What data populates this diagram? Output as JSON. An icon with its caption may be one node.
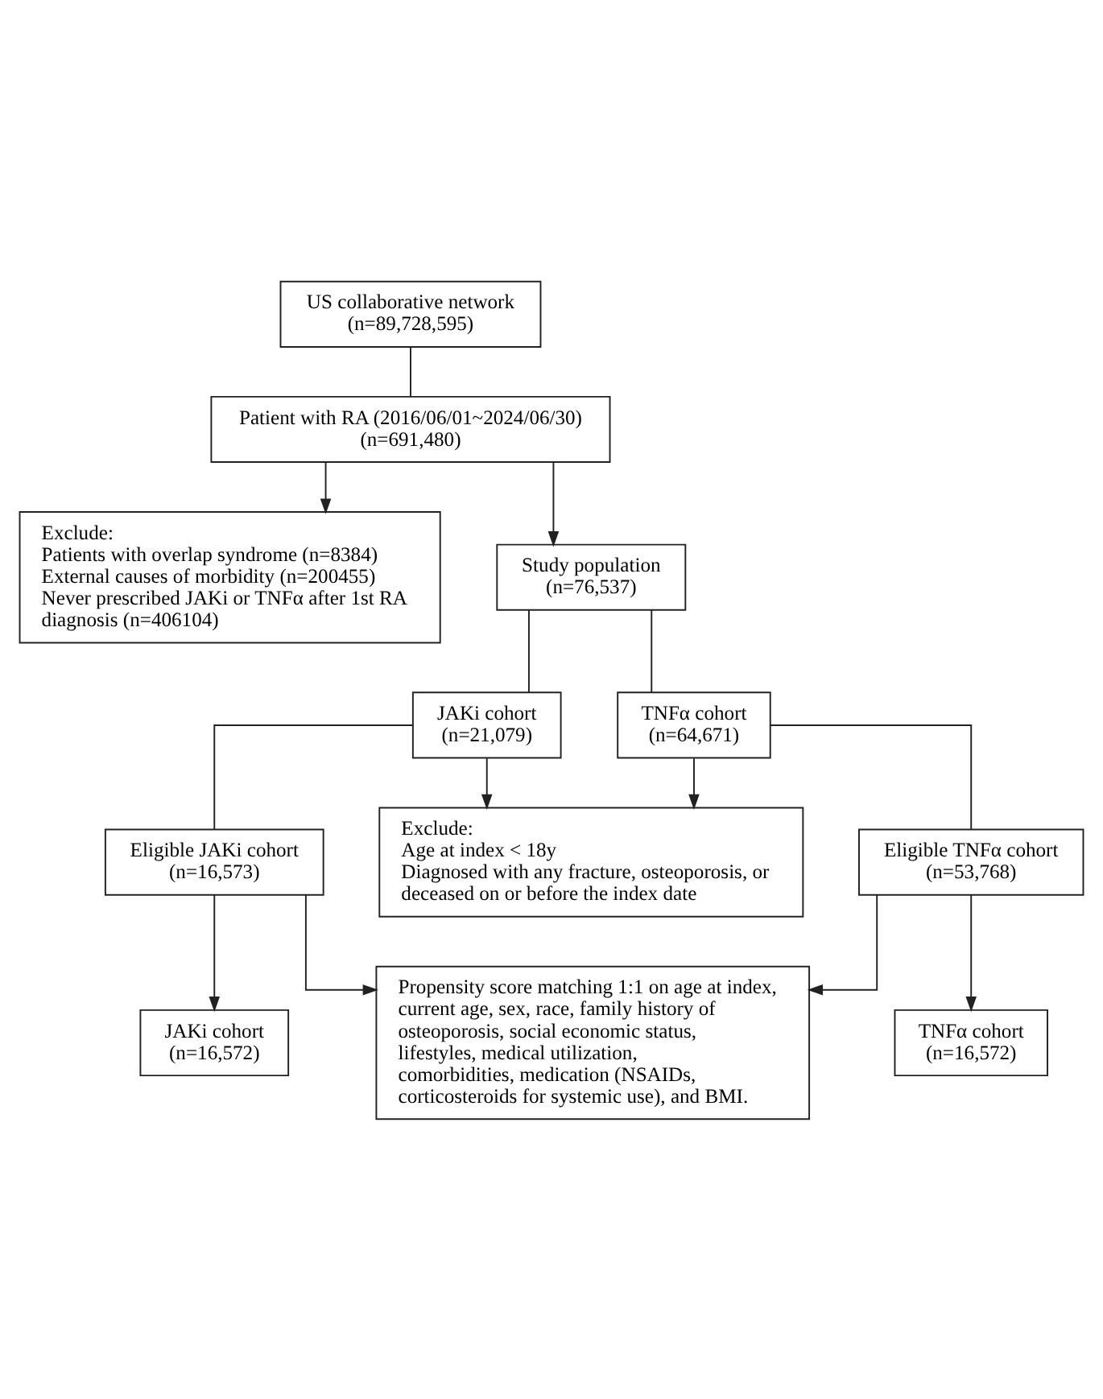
{
  "diagram": {
    "nodes": [
      {
        "text": [
          "US collaborative network",
          "(n=89,728,595)"
        ]
      },
      {
        "text": [
          "Patient with RA (2016/06/01~2024/06/30)",
          "(n=691,480)"
        ]
      },
      {
        "text": [
          "Exclude:",
          "Patients with overlap syndrome (n=8384)",
          "External causes of morbidity (n=200455)",
          "Never prescribed JAKi or TNFα after 1st RA diagnosis (n=406104)"
        ]
      },
      {
        "text": [
          "Study population",
          "(n=76,537)"
        ]
      },
      {
        "text": [
          "JAKi cohort",
          "(n=21,079)"
        ]
      },
      {
        "text": [
          "TNFα cohort",
          "(n=64,671)"
        ]
      },
      {
        "text": [
          "Exclude:",
          "Age at index < 18y",
          "Diagnosed with any fracture, osteoporosis, or deceased on or before the index date"
        ]
      },
      {
        "text": [
          "Eligible JAKi cohort",
          "(n=16,573)"
        ]
      },
      {
        "text": [
          "Eligible TNFα cohort",
          "(n=53,768)"
        ]
      },
      {
        "text": [
          "Propensity score matching 1:1 on age at index, current age, sex, race, family history of osteoporosis, social economic status, lifestyles, medical utilization, comorbidities, medication (NSAIDs, corticosteroids for systemic use), and BMI."
        ]
      },
      {
        "text": [
          "JAKi cohort",
          "(n=16,572)"
        ]
      },
      {
        "text": [
          "TNFα cohort",
          "(n=16,572)"
        ]
      }
    ],
    "edges": [
      {
        "from": 0,
        "to": 1,
        "arrow": "none"
      },
      {
        "from": 1,
        "to": 3,
        "arrow": "to"
      },
      {
        "from": 1,
        "to": 2,
        "arrow": "to"
      },
      {
        "from": 3,
        "to": 4,
        "arrow": "none"
      },
      {
        "from": 3,
        "to": 5,
        "arrow": "none"
      },
      {
        "from": 4,
        "to": 7,
        "arrow": "none"
      },
      {
        "from": 5,
        "to": 8,
        "arrow": "none"
      },
      {
        "from": 4,
        "to": 6,
        "arrow": "to"
      },
      {
        "from": 5,
        "to": 6,
        "arrow": "to"
      },
      {
        "from": 7,
        "to": 10,
        "arrow": "to"
      },
      {
        "from": 8,
        "to": 11,
        "arrow": "to"
      },
      {
        "from": 7,
        "to": 9,
        "arrow": "to"
      },
      {
        "from": 8,
        "to": 9,
        "arrow": "to"
      }
    ]
  }
}
